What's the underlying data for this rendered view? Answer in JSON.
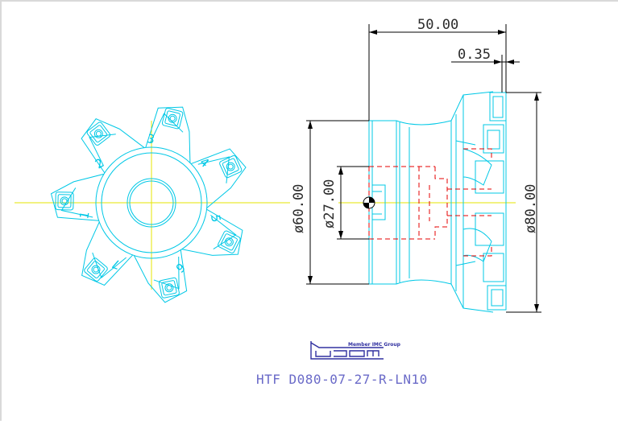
{
  "drawing": {
    "dimensions": {
      "length": "50.00",
      "offset": "0.35",
      "outer_diameter": "ø80.00",
      "body_diameter": "ø60.00",
      "bore_diameter": "ø27.00"
    },
    "insert_numbers": [
      "1",
      "2",
      "3",
      "4",
      "5",
      "6",
      "7"
    ],
    "logo": {
      "brand": "Iscar",
      "tagline": "Member IMC Group"
    },
    "part_number": "HTF D080-07-27-R-LN10"
  },
  "colors": {
    "outline": "#00c8e6",
    "dimension": "#000000",
    "centerline": "#e6e600",
    "hidden": "#e60000",
    "title": "#6a6ac8",
    "logo": "#3030a0"
  }
}
